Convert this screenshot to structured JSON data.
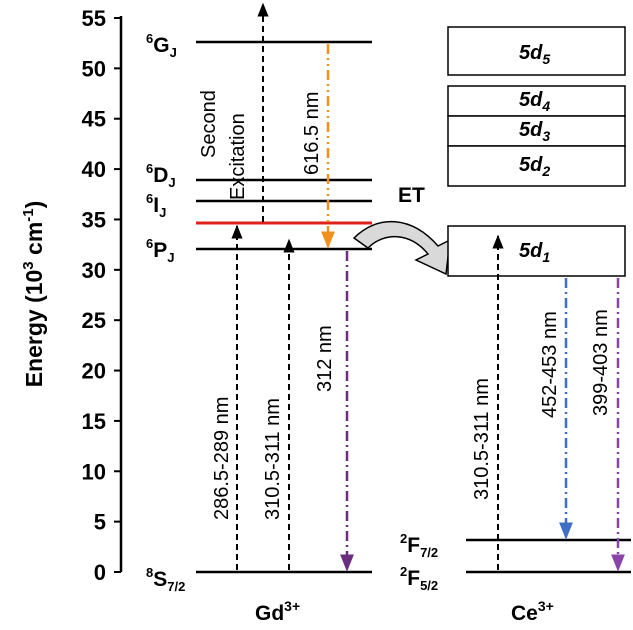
{
  "axis": {
    "label_main": "Energy (10",
    "label_sup1": "3",
    "label_mid": " cm",
    "label_sup2": "-1",
    "label_end": ")",
    "ticks": [
      "0",
      "5",
      "10",
      "15",
      "20",
      "25",
      "30",
      "35",
      "40",
      "45",
      "50",
      "55"
    ],
    "range": [
      0,
      55
    ]
  },
  "gd": {
    "ion_label": "Gd",
    "ion_charge": "3+",
    "levels": [
      {
        "sup": "8",
        "main": "S",
        "sub": "7/2",
        "energy": 0
      },
      {
        "sup": "6",
        "main": "P",
        "sub": "J",
        "energy": 32
      },
      {
        "sup": "6",
        "main": "I",
        "sub": "J",
        "energy": 37
      },
      {
        "sup": "6",
        "main": "D",
        "sub": "J",
        "energy": 39
      },
      {
        "sup": "6",
        "main": "G",
        "sub": "J",
        "energy": 53
      }
    ],
    "intermediate_energy": 34.7,
    "transitions": {
      "t1": "286.5-289 nm",
      "t2": "310.5-311 nm",
      "t3": "312 nm",
      "t4": "616.5 nm",
      "second_excitation_1": "Second",
      "second_excitation_2": "Excitation"
    }
  },
  "energy_transfer_label": "ET",
  "ce": {
    "ion_label": "Ce",
    "ion_charge": "3+",
    "ground_levels": [
      {
        "sup": "2",
        "main": "F",
        "sub": "7/2",
        "energy": 3.3
      },
      {
        "sup": "2",
        "main": "F",
        "sub": "5/2",
        "energy": 0
      }
    ],
    "bands": [
      {
        "main": "5d",
        "sub": "1"
      },
      {
        "main": "5d",
        "sub": "2"
      },
      {
        "main": "5d",
        "sub": "3"
      },
      {
        "main": "5d",
        "sub": "4"
      },
      {
        "main": "5d",
        "sub": "5"
      }
    ],
    "transitions": {
      "t1": "310.5-311 nm",
      "t2": "452-453 nm",
      "t3": "399-403 nm"
    }
  },
  "colors": {
    "red_level": "#e0201b",
    "orange_arrow": "#f0901e",
    "purple_arrow": "#6b2d7e",
    "blue_arrow": "#3f6fc4",
    "violet_arrow": "#8a44a8",
    "et_arrow_fill": "#d9d9d9"
  }
}
